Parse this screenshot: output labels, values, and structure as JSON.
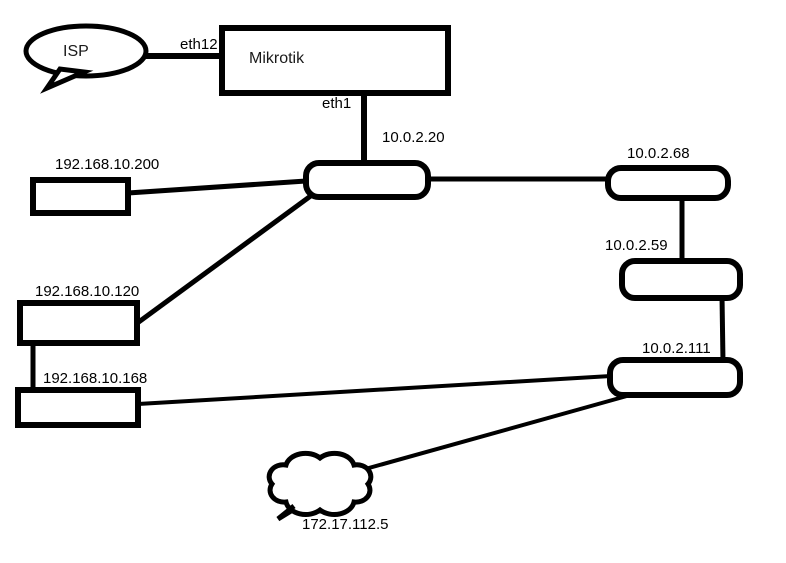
{
  "diagram": {
    "background": "#ffffff",
    "ink": "#000000",
    "nodes": {
      "isp": {
        "label": "ISP",
        "type": "speech-bubble"
      },
      "mikrotik": {
        "label": "Mikrotik",
        "type": "router-box"
      },
      "sw20": {
        "label": "10.0.2.20",
        "type": "switch"
      },
      "host200": {
        "label": "192.168.10.200",
        "type": "host"
      },
      "sw68": {
        "label": "10.0.2.68",
        "type": "switch"
      },
      "sw59": {
        "label": "10.0.2.59",
        "type": "switch"
      },
      "host120": {
        "label": "192.168.10.120",
        "type": "host"
      },
      "host168": {
        "label": "192.168.10.168",
        "type": "host"
      },
      "sw111": {
        "label": "10.0.2.111",
        "type": "switch"
      },
      "cloud": {
        "label": "172.17.112.5",
        "type": "cloud"
      }
    },
    "links": [
      {
        "from": "isp",
        "to": "mikrotik",
        "label": "eth12"
      },
      {
        "from": "mikrotik",
        "to": "sw20",
        "label": "eth1"
      },
      {
        "from": "host200",
        "to": "sw20",
        "label": ""
      },
      {
        "from": "sw20",
        "to": "host120",
        "label": ""
      },
      {
        "from": "host120",
        "to": "host168",
        "label": ""
      },
      {
        "from": "host168",
        "to": "sw111",
        "label": ""
      },
      {
        "from": "sw20",
        "to": "sw68",
        "label": ""
      },
      {
        "from": "sw68",
        "to": "sw59",
        "label": ""
      },
      {
        "from": "sw59",
        "to": "sw111",
        "label": ""
      },
      {
        "from": "sw111",
        "to": "cloud",
        "label": ""
      }
    ]
  }
}
